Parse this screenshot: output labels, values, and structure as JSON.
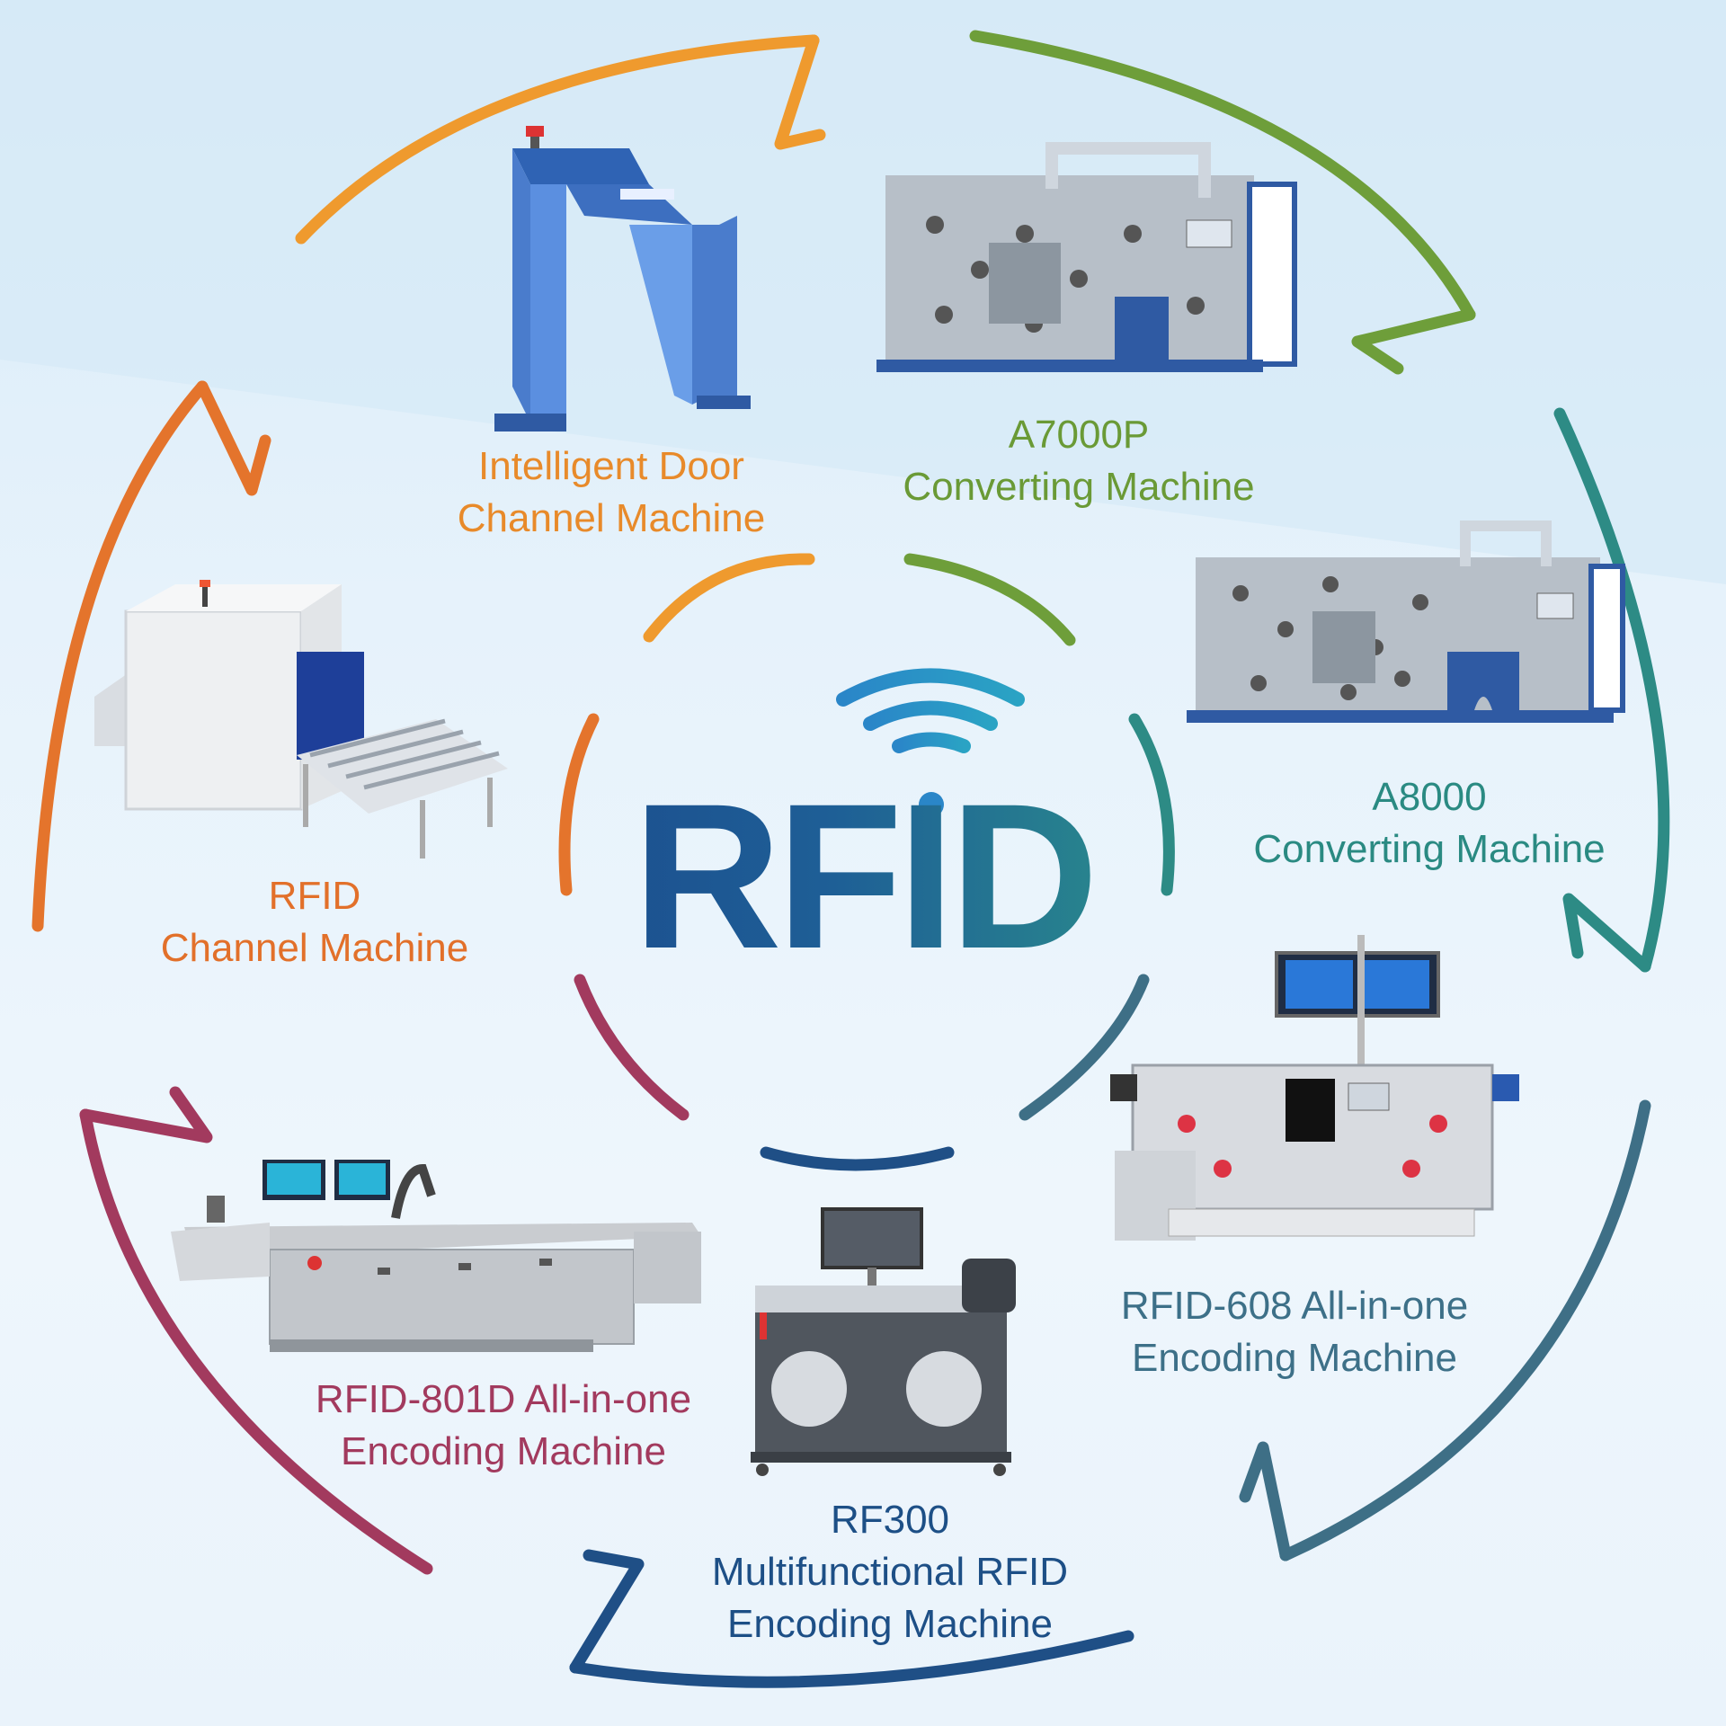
{
  "center": {
    "logo": "RFID"
  },
  "machines": [
    {
      "id": "door",
      "name_line1": "Intelligent Door",
      "name_line2": "Channel Machine",
      "color": "#e88a2a"
    },
    {
      "id": "a7000p",
      "name_line1": "A7000P",
      "name_line2": "Converting Machine",
      "color": "#6a9a36"
    },
    {
      "id": "a8000",
      "name_line1": "A8000",
      "name_line2": "Converting Machine",
      "color": "#2a8a82"
    },
    {
      "id": "rfid608",
      "name_line1": "RFID-608 All-in-one",
      "name_line2": "Encoding Machine",
      "color": "#3d7088"
    },
    {
      "id": "rf300",
      "name_line1": "RF300",
      "name_line2": "Multifunctional RFID",
      "name_line3": "Encoding Machine",
      "color": "#1d4f86"
    },
    {
      "id": "rfid801d",
      "name_line1": "RFID-801D All-in-one",
      "name_line2": "Encoding Machine",
      "color": "#a23a5e"
    },
    {
      "id": "channel",
      "name_line1": "RFID",
      "name_line2": "Channel Machine",
      "color": "#e2702a"
    }
  ],
  "colors": {
    "orange": "#ef9a2e",
    "green": "#6e9e3a",
    "teal": "#2d8b85",
    "slate": "#3e6f86",
    "navy": "#1f4f86",
    "crimson": "#a23a5e",
    "dark_orange": "#e4742c",
    "wifi": "#2a86c8",
    "machine_blue": "#4a7ccc",
    "machine_grey": "#b7bfc8"
  }
}
